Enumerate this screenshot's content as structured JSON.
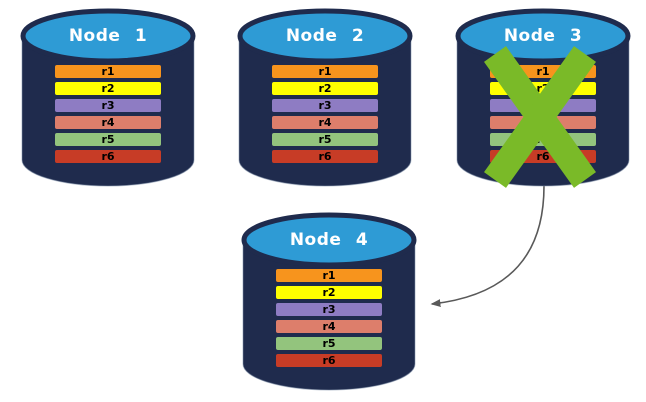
{
  "diagram": {
    "description": "Four database nodes each holding replicas r1-r6; Node 3 is crossed out as failed and an arrow points from Node 3 to Node 4",
    "nodes": [
      {
        "title": "Node 1",
        "failed": false
      },
      {
        "title": "Node 2",
        "failed": false
      },
      {
        "title": "Node 3",
        "failed": true
      },
      {
        "title": "Node 4",
        "failed": false
      }
    ],
    "replica_rows": [
      {
        "label": "r1",
        "color": "#F7941D"
      },
      {
        "label": "r2",
        "color": "#FFFF00"
      },
      {
        "label": "r3",
        "color": "#8E7CC3"
      },
      {
        "label": "r4",
        "color": "#DD7E6B"
      },
      {
        "label": "r5",
        "color": "#93C47D"
      },
      {
        "label": "r6",
        "color": "#C73C26"
      }
    ],
    "arrow": {
      "from": "Node 3",
      "to": "Node 4"
    },
    "colors": {
      "cylinder_body": "#1F2B4D",
      "cylinder_top": "#2E9BD5",
      "title_text": "#FFFFFF",
      "row_text": "#000000",
      "failure_x": "#7ABA28",
      "arrow": "#595959",
      "background": "#FFFFFF"
    }
  }
}
